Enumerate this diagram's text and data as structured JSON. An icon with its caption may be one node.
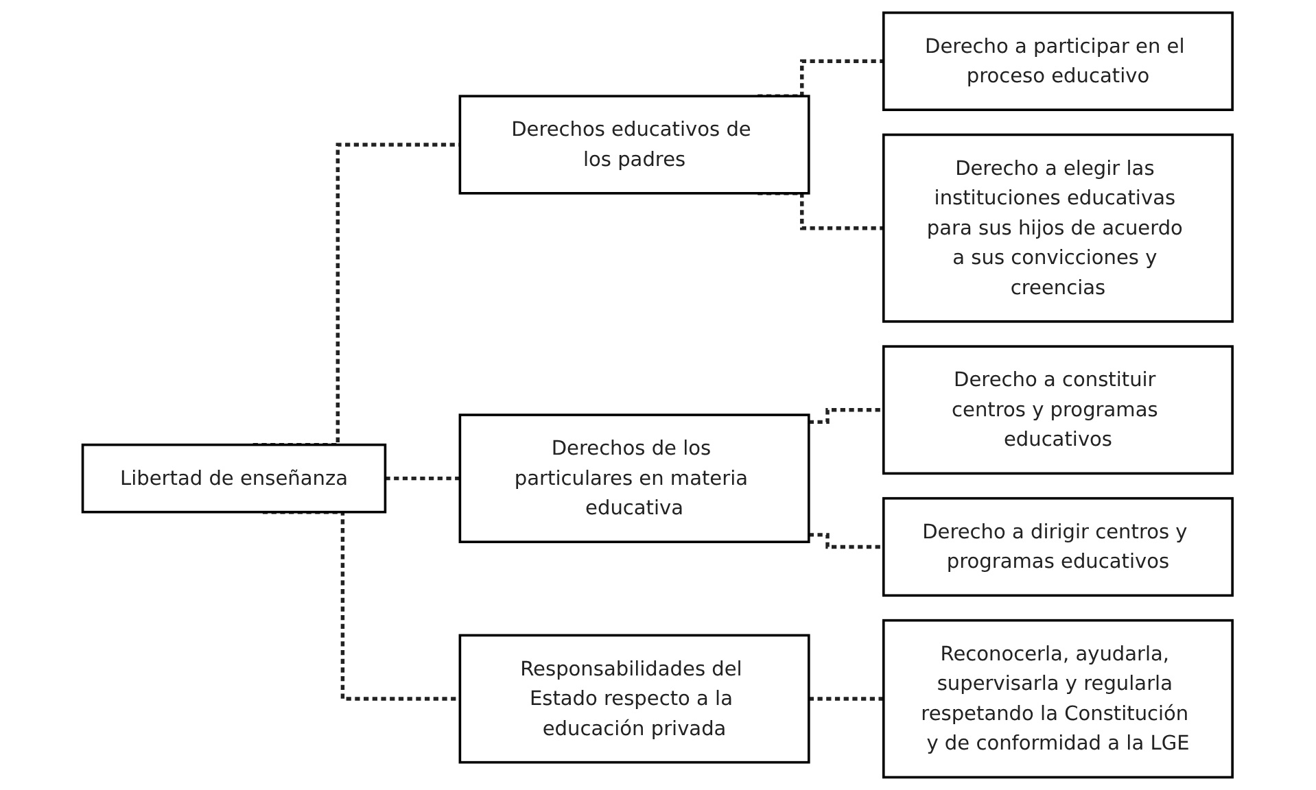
{
  "diagram": {
    "nodes": [
      {
        "text": [
          "Libertad de enseñanza"
        ]
      },
      {
        "text": [
          "Derechos educativos de los padres"
        ]
      },
      {
        "text": [
          "Derecho a participar en el proceso educativo"
        ]
      },
      {
        "text": [
          "Derecho a elegir las instituciones educativas para sus hijos de acuerdo a sus convicciones y creencias"
        ]
      },
      {
        "text": [
          "Derechos de los particulares en materia educativa"
        ]
      },
      {
        "text": [
          "Derecho a constituir centros y programas educativos"
        ]
      },
      {
        "text": [
          "Derecho a dirigir centros y programas educativos"
        ]
      },
      {
        "text": [
          "Responsabilidades del Estado respecto a la educación privada"
        ]
      },
      {
        "text": [
          "Reconocerla, ayudarla, supervisarla y regularla respetando la Constitución y de conformidad a la LGE"
        ]
      }
    ],
    "edges": [
      {
        "from": 0,
        "to": 1,
        "arrow": "none",
        "style": "dashed"
      },
      {
        "from": 1,
        "to": 2,
        "arrow": "none",
        "style": "dashed"
      },
      {
        "from": 1,
        "to": 3,
        "arrow": "none",
        "style": "dashed"
      },
      {
        "from": 0,
        "to": 4,
        "arrow": "none",
        "style": "dashed"
      },
      {
        "from": 4,
        "to": 5,
        "arrow": "none",
        "style": "dashed"
      },
      {
        "from": 4,
        "to": 6,
        "arrow": "none",
        "style": "dashed"
      },
      {
        "from": 0,
        "to": 7,
        "arrow": "none",
        "style": "dashed"
      },
      {
        "from": 7,
        "to": 8,
        "arrow": "none",
        "style": "dashed"
      }
    ]
  }
}
